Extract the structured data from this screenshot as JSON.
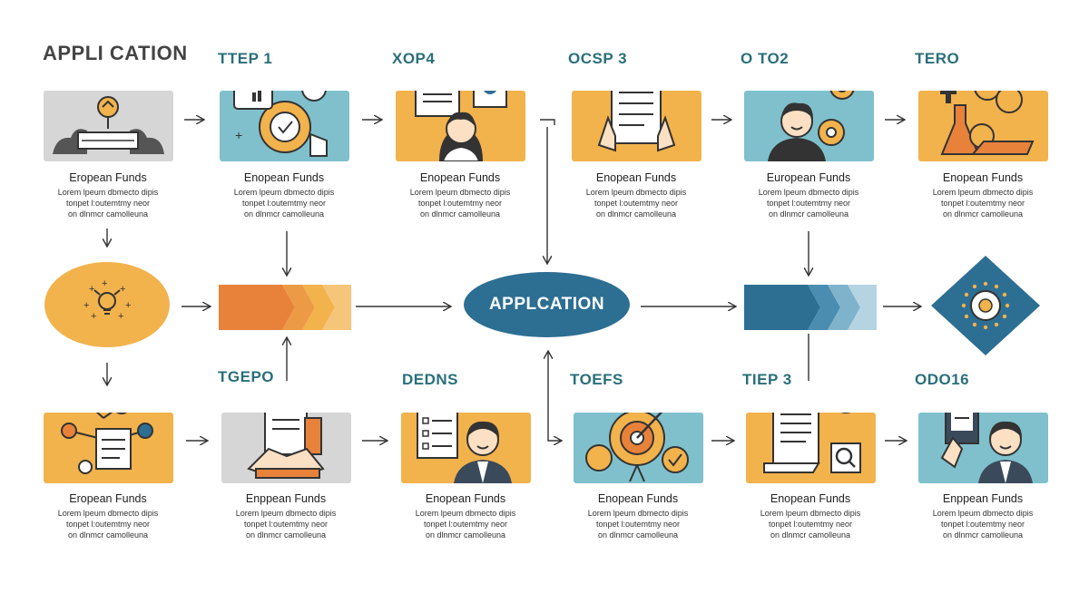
{
  "header_main": "APPLI CATION",
  "headers_top": [
    "TTEP 1",
    "XOP4",
    "OCSP 3",
    "O TO2",
    "TERO"
  ],
  "headers_bottom": [
    "TGEPO",
    "DEDNS",
    "TOEFS",
    "TIEP 3",
    "ODO16"
  ],
  "center_label": "APPLCATION",
  "top_cards": [
    {
      "title": "Eropean Funds",
      "desc": [
        "Lorem lpeum dbmecto dipis",
        "tonpet l:outemtmy neor",
        "on dlnmcr camolleuna"
      ]
    },
    {
      "title": "Enopean Funds",
      "desc": [
        "Lorem lpeum dbmecto dipis",
        "tonpet l:outemtmy neor",
        "on dlnmcr camolleuna"
      ]
    },
    {
      "title": "Enopean Funds",
      "desc": [
        "Lorem lpeum dbmecto dipis",
        "tonpet l:outemtmy neor",
        "on dlnmcr camolleuna"
      ]
    },
    {
      "title": "Enopean Funds",
      "desc": [
        "Lorem lpeum dbmecto dipis",
        "tonpet l:outemtmy neor",
        "on dlnmcr camolleuna"
      ]
    },
    {
      "title": "European Funds",
      "desc": [
        "Lorem lpeum dbmecto dipis",
        "tonpet l:outemtmy neor",
        "on dlnmcr camolleuna"
      ]
    },
    {
      "title": "Enopean Funds",
      "desc": [
        "Lorem lpeum dbmecto dipis",
        "tonpet l:outemtmy neor",
        "on dlnmcr camolleuna"
      ]
    }
  ],
  "bottom_cards": [
    {
      "title": "Eropean Funds",
      "desc": [
        "Lorem lpeum dbmecto dipis",
        "tonpet l:outemtmy neor",
        "on dlnmcr camolleuna"
      ]
    },
    {
      "title": "Enppean Funds",
      "desc": [
        "Lorem lpeum dbmecto dipis",
        "tonpet l:outemtmy neor",
        "on dlnmcr camolleuna"
      ]
    },
    {
      "title": "Enopean Funds",
      "desc": [
        "Lorem lpeum dbmecto dipis",
        "tonpet l:outemtmy neor",
        "on dlnmcr camolleuna"
      ]
    },
    {
      "title": "Enopean Funds",
      "desc": [
        "Lorem lpeum dbmecto dipis",
        "tonpet l:outemtmy neor",
        "on dlnmcr camolleuna"
      ]
    },
    {
      "title": "Enopean Funds",
      "desc": [
        "Lorem lpeum dbmecto dipis",
        "tonpet l:outemtmy neor",
        "on dlnmcr camolleuna"
      ]
    },
    {
      "title": "Enppean Funds",
      "desc": [
        "Lorem lpeum dbmecto dipis",
        "tonpet l:outemtmy neor",
        "on dlnmcr camolleuna"
      ]
    }
  ],
  "colors": {
    "orange": "#f2b24c",
    "teal": "#7fc0cc",
    "grey": "#d6d6d6",
    "navy": "#2d6e93",
    "dark_orange": "#e8823a",
    "arrow": "#333333"
  },
  "icons": [
    "lightbulb-bridge-icon",
    "chat-target-icon",
    "document-woman-icon",
    "clipboard-hands-icon",
    "man-gears-icon",
    "lab-gears-icon",
    "network-document-icon",
    "handshake-documents-icon",
    "man-checklist-icon",
    "target-gear-icon",
    "document-search-icon",
    "man-tablet-icon",
    "lightbulb-idea-icon",
    "euro-diamond-icon"
  ]
}
